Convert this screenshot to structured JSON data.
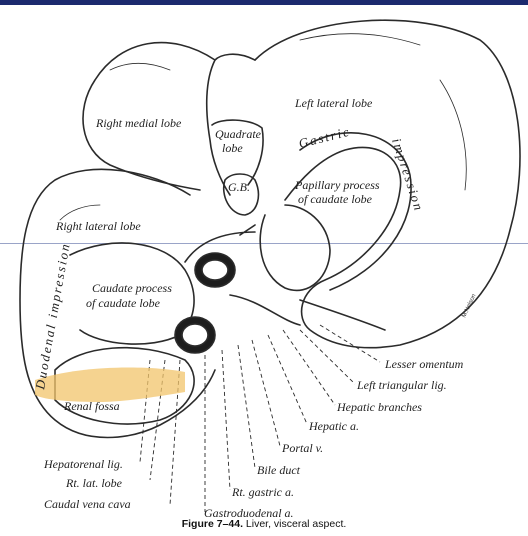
{
  "figure": {
    "caption_number": "Figure 7–44.",
    "caption_text": "Liver, visceral aspect.",
    "signature": "M.Nelson",
    "labels": {
      "right_medial_lobe": "Right medial lobe",
      "quadrate_lobe_1": "Quadrate",
      "quadrate_lobe_2": "lobe",
      "left_lateral_lobe": "Left lateral lobe",
      "gastric": "Gastric",
      "impression": "impression",
      "gb": "G.B.",
      "papillary_1": "Papillary process",
      "papillary_2": "of caudate lobe",
      "right_lateral_lobe": "Right lateral lobe",
      "duodenal_impression": "Duodenal impression",
      "caudate_1": "Caudate process",
      "caudate_2": "of caudate lobe",
      "renal_fossa": "Renal fossa",
      "lesser_omentum": "Lesser omentum",
      "left_triangular_lig": "Left triangular lig.",
      "hepatic_branches": "Hepatic branches",
      "hepatic_a": "Hepatic a.",
      "portal_v": "Portal v.",
      "bile_duct": "Bile duct",
      "rt_gastric_a": "Rt. gastric a.",
      "gastroduodenal_a": "Gastroduodenal a.",
      "hepatorenal_lig": "Hepatorenal lig.",
      "rt_lat_lobe": "Rt. lat. lobe",
      "caudal_vena_cava": "Caudal vena cava"
    }
  },
  "colors": {
    "top_bar": "#1c2a6e",
    "line": "#2b2b2b",
    "highlight": "#f2c46b",
    "divider": "#9aa4c8"
  }
}
